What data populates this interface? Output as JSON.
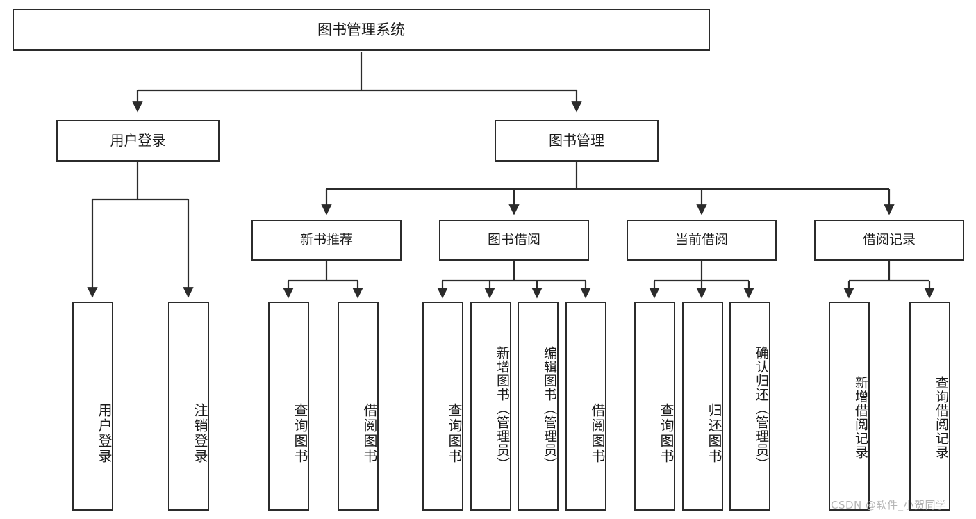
{
  "diagram": {
    "title": "图书管理系统",
    "type": "tree-hierarchy",
    "nodes": {
      "root": {
        "label": "图书管理系统"
      },
      "level2": [
        {
          "id": "user-login",
          "label": "用户登录"
        },
        {
          "id": "book-manage",
          "label": "图书管理"
        }
      ],
      "level3": [
        {
          "id": "new-book-recommend",
          "label": "新书推荐"
        },
        {
          "id": "book-borrow",
          "label": "图书借阅"
        },
        {
          "id": "current-borrow",
          "label": "当前借阅"
        },
        {
          "id": "borrow-record",
          "label": "借阅记录"
        }
      ],
      "leaves": {
        "user-login": [
          {
            "id": "leaf-user-login",
            "label": "用户登录"
          },
          {
            "id": "leaf-logout",
            "label": "注销登录"
          }
        ],
        "new-book-recommend": [
          {
            "id": "leaf-query-book-1",
            "label": "查询图书"
          },
          {
            "id": "leaf-borrow-book-1",
            "label": "借阅图书"
          }
        ],
        "book-borrow": [
          {
            "id": "leaf-query-book-2",
            "label": "查询图书"
          },
          {
            "id": "leaf-add-book",
            "label": "新增图书（管理员）"
          },
          {
            "id": "leaf-edit-book",
            "label": "编辑图书（管理员）"
          },
          {
            "id": "leaf-borrow-book-2",
            "label": "借阅图书"
          }
        ],
        "current-borrow": [
          {
            "id": "leaf-query-book-3",
            "label": "查询图书"
          },
          {
            "id": "leaf-return-book",
            "label": "归还图书"
          },
          {
            "id": "leaf-confirm-return",
            "label": "确认归还（管理员）"
          }
        ],
        "borrow-record": [
          {
            "id": "leaf-add-record",
            "label": "新增借阅记录"
          },
          {
            "id": "leaf-query-record",
            "label": "查询借阅记录"
          }
        ]
      }
    },
    "colors": {
      "stroke": "#2b2b2b",
      "fill": "#ffffff",
      "text": "#1a1a1a",
      "watermark": "#b4b4b4"
    }
  },
  "watermark": {
    "text": "CSDN @软件_小贺同学"
  }
}
